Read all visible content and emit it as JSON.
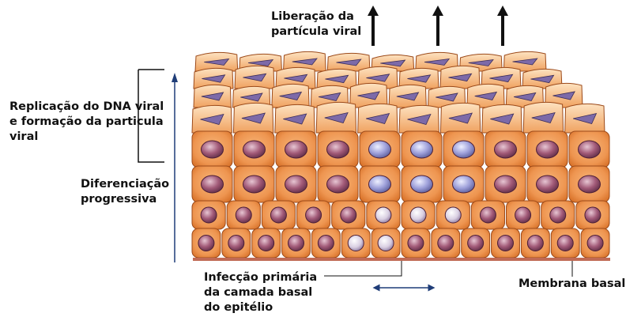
{
  "labels": {
    "release": [
      "Liberação da",
      "partícula viral"
    ],
    "replication": [
      "Replicação do DNA viral",
      "e formação da particula",
      "viral"
    ],
    "differentiation": [
      "Diferenciação",
      "progressiva"
    ],
    "infection": [
      "Infecção primária",
      "da camada basal",
      "do epitélio"
    ],
    "basal_membrane": "Membrana basal"
  },
  "colors": {
    "cell_fill": "#f3a562",
    "cell_dark": "#e07a2e",
    "cell_light": "#fbd8ae",
    "cell_border": "#9c4a1a",
    "nucleus": "#a25a78",
    "infected_nucleus": "#9ea0da",
    "viral_particle": "#7d6aa8",
    "membrane": "#c06a55",
    "arrow": "#111111",
    "arrow_blue": "#1f3d78"
  }
}
